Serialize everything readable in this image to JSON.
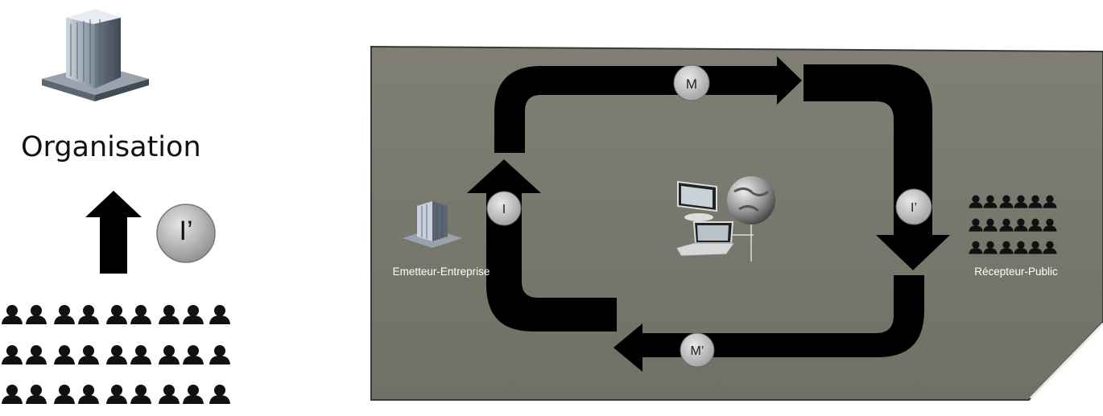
{
  "left": {
    "org_label": "Organisation",
    "badge_label": "I’"
  },
  "diagram": {
    "badges": {
      "top": "M",
      "left": "I",
      "right": "I’",
      "bottom": "M’"
    },
    "sender_label": "Emetteur-Entreprise",
    "receiver_label": "Récepteur-Public"
  },
  "colors": {
    "panel": "#7a7a70",
    "arrow": "#000000",
    "badge": "#bdbdbd"
  }
}
